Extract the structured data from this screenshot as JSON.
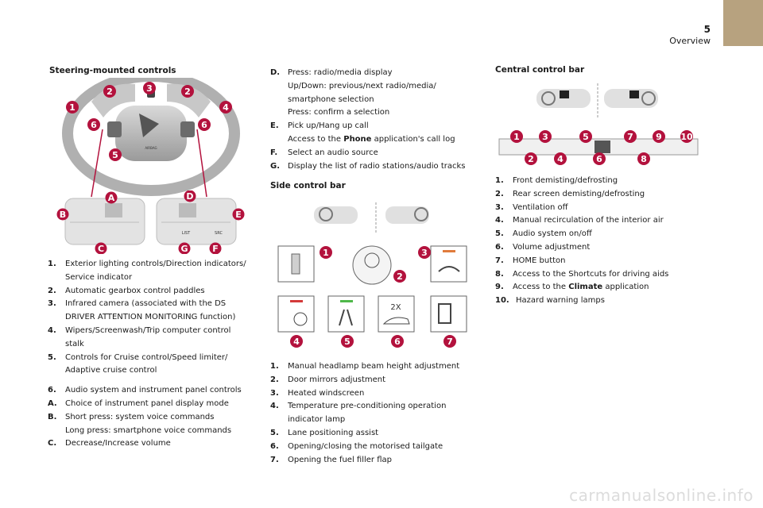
{
  "header": {
    "chapter_number": "5",
    "chapter_title": "Overview"
  },
  "steering": {
    "title": "Steering-mounted controls",
    "wheel_callouts": [
      "1",
      "2",
      "3",
      "2",
      "4",
      "6",
      "6",
      "5"
    ],
    "pad_callouts": [
      "A",
      "B",
      "C",
      "D",
      "E",
      "F",
      "G"
    ],
    "airbag_text": "AIRBAG",
    "pad_list_text": "LIST",
    "pad_src_text": "SRC",
    "items": [
      {
        "key": "1.",
        "text": "Exterior lighting controls/Direction indicators/\nService indicator"
      },
      {
        "key": "2.",
        "text": "Automatic gearbox control paddles"
      },
      {
        "key": "3.",
        "text": "Infrared camera (associated with the DS\nDRIVER ATTENTION MONITORING function)"
      },
      {
        "key": "4.",
        "text": "Wipers/Screenwash/Trip computer control\nstalk"
      },
      {
        "key": "5.",
        "text": "Controls for Cruise control/Speed limiter/\nAdaptive cruise control"
      },
      {
        "key": "6.",
        "text": "Audio system and instrument panel controls"
      },
      {
        "key": "A.",
        "text": "Choice of instrument panel display mode"
      },
      {
        "key": "B.",
        "text": "Short press: system voice commands\nLong press: smartphone voice commands"
      },
      {
        "key": "C.",
        "text": "Decrease/Increase volume"
      }
    ]
  },
  "steering_cont": {
    "items": [
      {
        "key": "D.",
        "text": "Press: radio/media display\nUp/Down: previous/next radio/media/\nsmartphone selection\nPress: confirm a selection"
      },
      {
        "key": "E.",
        "text_before": "Pick up/Hang up call\nAccess to the ",
        "bold": "Phone",
        "text_after": " application's call log"
      },
      {
        "key": "F.",
        "text": "Select an audio source"
      },
      {
        "key": "G.",
        "text": "Display the list of radio stations/audio tracks"
      }
    ]
  },
  "side_bar": {
    "title": "Side control bar",
    "callouts": [
      "1",
      "2",
      "3",
      "4",
      "5",
      "6",
      "7"
    ],
    "tailgate_label": "2X",
    "items": [
      {
        "key": "1.",
        "text": "Manual headlamp beam height adjustment"
      },
      {
        "key": "2.",
        "text": "Door mirrors adjustment"
      },
      {
        "key": "3.",
        "text": "Heated windscreen"
      },
      {
        "key": "4.",
        "text": "Temperature pre-conditioning operation\nindicator lamp"
      },
      {
        "key": "5.",
        "text": "Lane positioning assist"
      },
      {
        "key": "6.",
        "text": "Opening/closing the motorised tailgate"
      },
      {
        "key": "7.",
        "text": "Opening the fuel filler flap"
      }
    ]
  },
  "central_bar": {
    "title": "Central control bar",
    "callouts": [
      "1",
      "2",
      "3",
      "4",
      "5",
      "6",
      "7",
      "8",
      "9",
      "10"
    ],
    "items": [
      {
        "key": "1.",
        "text": "Front demisting/defrosting"
      },
      {
        "key": "2.",
        "text": "Rear screen demisting/defrosting"
      },
      {
        "key": "3.",
        "text": "Ventilation off"
      },
      {
        "key": "4.",
        "text": "Manual recirculation of the interior air"
      },
      {
        "key": "5.",
        "text": "Audio system on/off"
      },
      {
        "key": "6.",
        "text": "Volume adjustment"
      },
      {
        "key": "7.",
        "text": "HOME button"
      },
      {
        "key": "8.",
        "text": "Access to the Shortcuts for driving aids"
      },
      {
        "key": "9.",
        "text_before": "Access to the ",
        "bold": "Climate",
        "text_after": " application"
      },
      {
        "key": "10.",
        "text": "Hazard warning lamps"
      }
    ]
  },
  "watermark": "carmanualsonline.info",
  "colors": {
    "accent": "#b3123d",
    "tab": "#b7a27f"
  }
}
